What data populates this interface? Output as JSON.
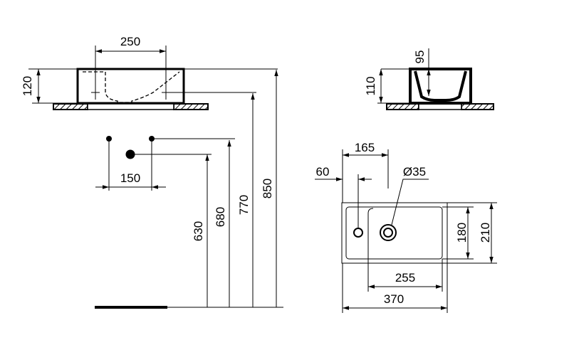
{
  "drawing": {
    "front_view": {
      "width_between_taps": "250",
      "basin_height": "120",
      "waste_spacing": "150"
    },
    "heights": {
      "waste": "630",
      "supply": "680",
      "tap_holes": "770",
      "rim": "850"
    },
    "side_view": {
      "bowl_depth": "95",
      "basin_height": "110"
    },
    "top_view": {
      "bowl_offset": "165",
      "tap_offset": "60",
      "tap_hole_diameter": "Ø35",
      "inner_depth": "180",
      "outer_depth": "210",
      "bowl_width": "255",
      "overall_width": "370"
    }
  }
}
